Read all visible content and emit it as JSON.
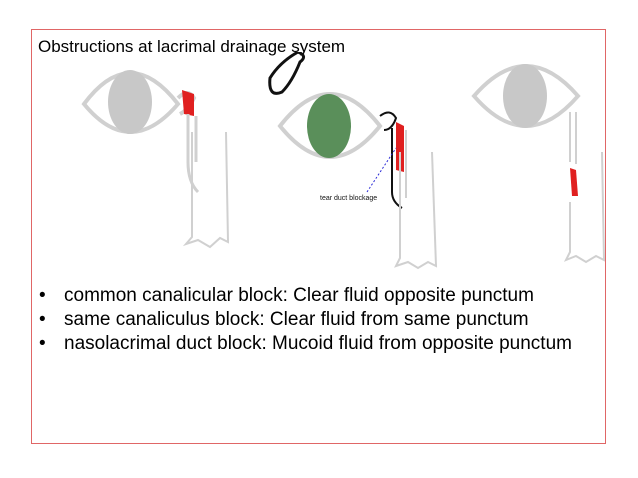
{
  "title": "Obstructions at lacrimal drainage system",
  "figure": {
    "annotation": "tear duct blockage",
    "colors": {
      "eye_gray": "#c8c8c8",
      "outline_gray": "#d0d0d0",
      "iris_green": "#5a8f5a",
      "block_red": "#e02020",
      "pointer_blue": "#2b2bd6",
      "frame_red": "#e06666"
    }
  },
  "bullets": [
    "common canalicular block: Clear fluid opposite punctum",
    "same canaliculus block: Clear fluid from same punctum",
    "nasolacrimal duct block: Mucoid fluid from opposite punctum"
  ]
}
